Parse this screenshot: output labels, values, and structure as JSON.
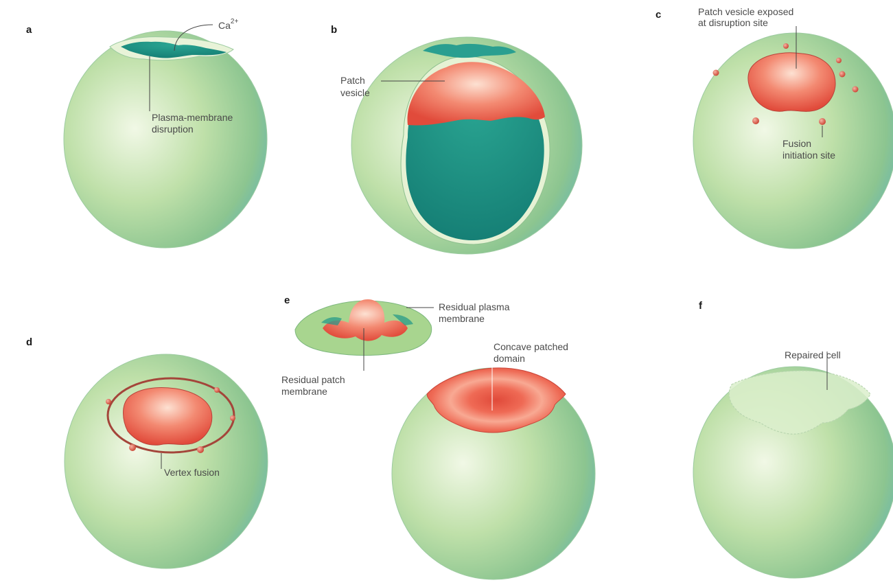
{
  "panels": {
    "a": {
      "label": "a",
      "ca": "Ca",
      "ca_sup": "2+",
      "disruption_line1": "Plasma-membrane",
      "disruption_line2": "disruption"
    },
    "b": {
      "label": "b",
      "patch_line1": "Patch",
      "patch_line2": "vesicle"
    },
    "c": {
      "label": "c",
      "exposed_line1": "Patch vesicle exposed",
      "exposed_line2": "at disruption site",
      "fusion_line1": "Fusion",
      "fusion_line2": "initiation site"
    },
    "d": {
      "label": "d",
      "vertex": "Vertex fusion"
    },
    "e": {
      "label": "e",
      "residual_pm_line1": "Residual plasma",
      "residual_pm_line2": "membrane",
      "residual_patch_line1": "Residual patch",
      "residual_patch_line2": "membrane",
      "concave_line1": "Concave patched",
      "concave_line2": "domain"
    },
    "f": {
      "label": "f",
      "repaired": "Repaired cell"
    }
  },
  "colors": {
    "cell_light": "#eef7e2",
    "cell_mid": "#a9d596",
    "cell_dark": "#6fb07d",
    "cell_edge": "#63b9bd",
    "teal": "#1f9688",
    "patch": "#ea5c4a",
    "patch_light": "#fbd4c4",
    "ring": "#a4453a"
  }
}
